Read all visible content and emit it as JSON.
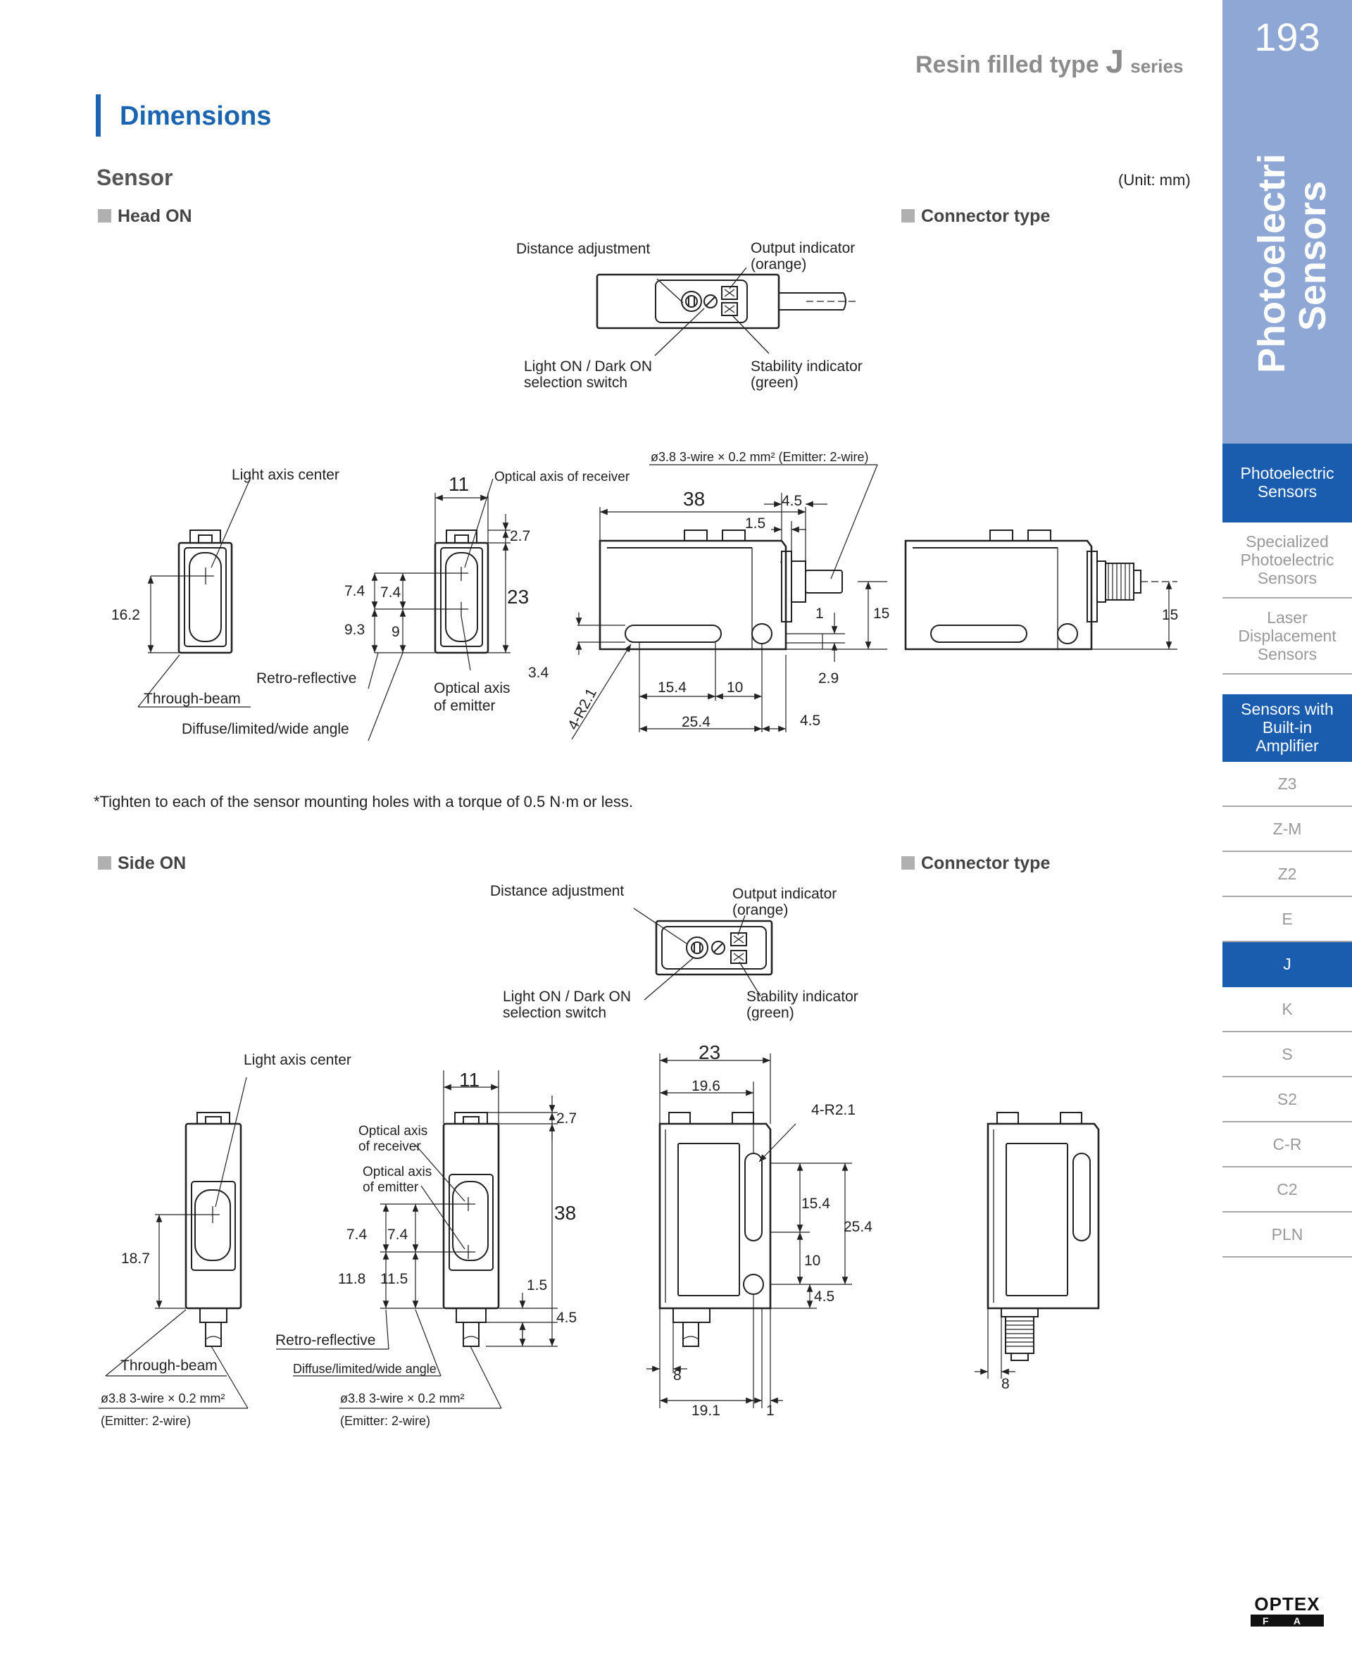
{
  "header": {
    "series_prefix": "Resin filled type",
    "series_letter": "J",
    "series_suffix": "series",
    "page_number": "193"
  },
  "section": {
    "title": "Dimensions",
    "subtitle": "Sensor",
    "unit": "(Unit: mm)"
  },
  "head_on": {
    "heading": "Head ON",
    "connector_heading": "Connector type",
    "labels": {
      "distance_adjustment": "Distance adjustment",
      "output_indicator": [
        "Output indicator",
        "(orange)"
      ],
      "light_dark_switch": [
        "Light ON / Dark ON",
        "selection switch"
      ],
      "stability_indicator": [
        "Stability indicator",
        "(green)"
      ],
      "light_axis_center": "Light axis center",
      "optical_axis_receiver": "Optical axis of receiver",
      "cable": "ø3.8  3-wire × 0.2 mm² (Emitter: 2-wire)",
      "retro_reflective": "Retro-reflective",
      "through_beam": "Through-beam",
      "diffuse": "Diffuse/limited/wide angle",
      "optical_axis_emitter": [
        "Optical axis",
        "of emitter"
      ],
      "radius": "4-R2.1"
    },
    "dims": {
      "d16_2": "16.2",
      "d11": "11",
      "d2_7": "2.7",
      "d23": "23",
      "d7_4a": "7.4",
      "d7_4b": "7.4",
      "d9_3": "9.3",
      "d9": "9",
      "d3_4": "3.4",
      "d38": "38",
      "d4_5a": "4.5",
      "d1_5": "1.5",
      "d1": "1",
      "d15": "15",
      "d2_9": "2.9",
      "d15_4": "15.4",
      "d10": "10",
      "d25_4": "25.4",
      "d4_5b": "4.5",
      "d15c": "15"
    }
  },
  "note": "*Tighten to each of the sensor mounting holes with a torque of 0.5 N·m or less.",
  "side_on": {
    "heading": "Side ON",
    "connector_heading": "Connector type",
    "labels": {
      "distance_adjustment": "Distance adjustment",
      "output_indicator": [
        "Output indicator",
        "(orange)"
      ],
      "light_dark_switch": [
        "Light ON / Dark ON",
        "selection switch"
      ],
      "stability_indicator": [
        "Stability indicator",
        "(green)"
      ],
      "light_axis_center": "Light axis center",
      "optical_axis_receiver": [
        "Optical axis",
        "of receiver"
      ],
      "optical_axis_emitter": [
        "Optical axis",
        "of emitter"
      ],
      "retro_reflective": "Retro-reflective",
      "through_beam": "Through-beam",
      "diffuse": "Diffuse/limited/wide angle",
      "cable_a": [
        "ø3.8  3-wire × 0.2 mm²",
        "(Emitter: 2-wire)"
      ],
      "cable_b": [
        "ø3.8  3-wire × 0.2 mm²",
        "(Emitter: 2-wire)"
      ],
      "radius": "4-R2.1"
    },
    "dims": {
      "d18_7": "18.7",
      "d11": "11",
      "d2_7": "2.7",
      "d38": "38",
      "d7_4a": "7.4",
      "d7_4b": "7.4",
      "d11_8": "11.8",
      "d11_5": "11.5",
      "d1_5": "1.5",
      "d4_5": "4.5",
      "d23": "23",
      "d19_6": "19.6",
      "d15_4": "15.4",
      "d25_4": "25.4",
      "d10": "10",
      "d4_5b": "4.5",
      "d8": "8",
      "d19_1": "19.1",
      "d1": "1",
      "d8c": "8"
    }
  },
  "sidebar": {
    "vertical_title": [
      "Photoelectric",
      "Sensors"
    ],
    "items": [
      {
        "label": [
          "Photoelectric",
          "Sensors"
        ],
        "active": true
      },
      {
        "label": [
          "Specialized",
          "Photoelectric",
          "Sensors"
        ],
        "active": false
      },
      {
        "label": [
          "Laser",
          "Displacement",
          "Sensors"
        ],
        "active": false
      },
      {
        "label": [
          "Sensors with",
          "Built-in",
          "Amplifier"
        ],
        "active": true
      },
      {
        "label": [
          "Z3"
        ],
        "active": false
      },
      {
        "label": [
          "Z-M"
        ],
        "active": false
      },
      {
        "label": [
          "Z2"
        ],
        "active": false
      },
      {
        "label": [
          "E"
        ],
        "active": false
      },
      {
        "label": [
          "J"
        ],
        "active": true
      },
      {
        "label": [
          "K"
        ],
        "active": false
      },
      {
        "label": [
          "S"
        ],
        "active": false
      },
      {
        "label": [
          "S2"
        ],
        "active": false
      },
      {
        "label": [
          "C-R"
        ],
        "active": false
      },
      {
        "label": [
          "C2"
        ],
        "active": false
      },
      {
        "label": [
          "PLN"
        ],
        "active": false
      }
    ],
    "logo": [
      "OPTEX",
      "F A"
    ]
  },
  "colors": {
    "accent": "#1a64b0",
    "sidebar": "#8ea7d4",
    "nav_active": "#1a5cae"
  }
}
